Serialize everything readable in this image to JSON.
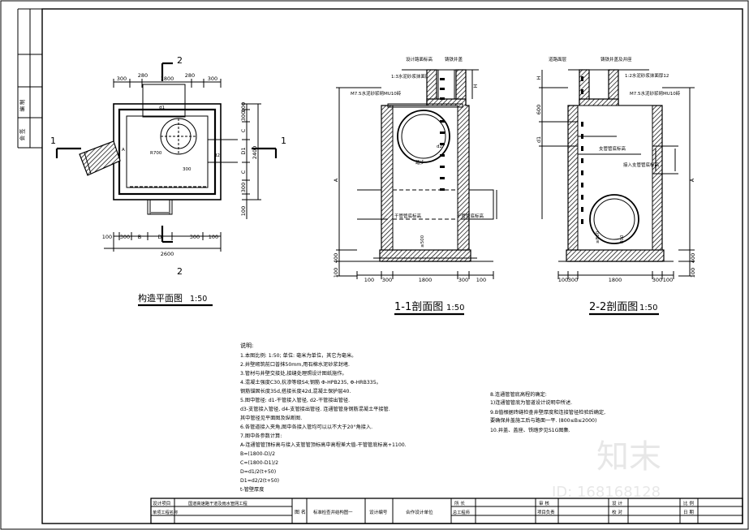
{
  "left_strip": {
    "row1": "编 制",
    "row2": "会 签"
  },
  "plan_view": {
    "title": "构造平面图",
    "scale": "1:50",
    "section_marks": {
      "top": "2",
      "bottom": "2",
      "left": "1",
      "right": "1"
    },
    "dims_top": [
      "300",
      "280",
      "1800",
      "280",
      "300"
    ],
    "dims_bottom": [
      "100",
      "300",
      "B",
      "D",
      "300",
      "100"
    ],
    "dim_total_bottom": "2600",
    "dims_right": [
      "100",
      "300",
      "C",
      "D1",
      "C",
      "300",
      "100"
    ],
    "dim_total_right": "2400",
    "labels": {
      "d1": "d1",
      "d2": "d2",
      "r": "R700",
      "c300": "300",
      "A": "A",
      "B": "B"
    }
  },
  "section_11": {
    "title": "1-1剖面图",
    "scale": "1:50",
    "labels": {
      "pavement": "设计路面标高",
      "cover": "铸铁井盖",
      "mortar": "1:3水泥砂浆抹面厚12",
      "wall": "M7.5水泥砂浆砌MU10砖",
      "rungs": "踏步",
      "main_in": "干管管底标高",
      "main_out": "干管管底标高",
      "min": "≥500",
      "dimH": "H",
      "dimA": "A",
      "d2": "d2"
    },
    "dims_bottom": [
      "100",
      "300",
      "1800",
      "300",
      "100"
    ],
    "dims_left": [
      "100",
      "400"
    ]
  },
  "section_22": {
    "title": "2-2剖面图",
    "scale": "1:50",
    "labels": {
      "pavement": "道路面层",
      "cover": "铸铁井盖及井座",
      "mortar": "1:2水泥砂浆抹面厚12",
      "wall": "M7.5水泥砂浆砌MU10砖",
      "branch": "支管管底标高",
      "branch_in": "接入支管管底标高",
      "min": "≥800",
      "dimH": "H",
      "dimA": "A",
      "d1": "d1",
      "d800": "800",
      "d600": "600"
    },
    "dims_bottom": [
      "100",
      "300",
      "1800",
      "300",
      "100"
    ],
    "dims_right": [
      "100",
      "400"
    ]
  },
  "notes_title": "说明:",
  "notes": [
    "1.本图比例: 1:50; 单位: 毫米为单位，其它为毫米。",
    "2.井壁砌筑前口普抹50mm,用石棉水泥砂浆封堵.",
    "3.管材与井壁交接处,接缝处理照设计图纸施作。",
    "4.混凝土强度C30,抗渗等级S4;钢筋 Φ-HPB235, Φ-HRB335。",
    "  钢筋锚固长度35d,搭接长度42d,混凝土保护层40.",
    "5.图中管径: d1-干管接入管径, d2-干管接出管径.",
    "  d3-支管接入管径, d4-支管接出管径. 连通管管身钢筋混凝土平接管.",
    "  其中管径见平面图及纵断图.",
    "6.各管道接入夹角,图中各接入管均可以以不大于20°角接入.",
    "7.图中各参数计算:",
    "  A-连通管管顶标高与接入支管管顶标高中高程差大值-干管管底标高+1100.",
    "  B=(1800-D)/2",
    "  C=(1800-D1)/2",
    "  D=d1/2(t+50)",
    "  D1=d2/2(t+50)",
    "  t-管壁厚度"
  ],
  "notes_right": [
    "8.连通管管底高程的确定:",
    "  1)连通管管底为管道设计说明中所述.",
    "9.B值根据砖缝检查井壁厚度和连接管径检验后确定,",
    "  要确保井盖施工后与路面一平. (800≤B≤2000)",
    "10.井盖、盖座、铁踏步见S1G图集."
  ],
  "title_block": {
    "design_project_label": "设计项目",
    "design_project_value": "国道高速路干道及雨水管网工程",
    "sub_project_label": "单项工程名称",
    "drawing_name_label": "图 名",
    "drawing_name_value": "标准检查井结构图一",
    "design_no_label": "设计编号",
    "design_unit_label": "合作设计单位",
    "row1": [
      "所 长",
      "审 核",
      "设 计",
      "比 例"
    ],
    "row2": [
      "总工程师",
      "项目负责",
      "校 对",
      "日 期"
    ]
  },
  "watermark": {
    "brand": "知末",
    "id": "ID: 168168128"
  }
}
